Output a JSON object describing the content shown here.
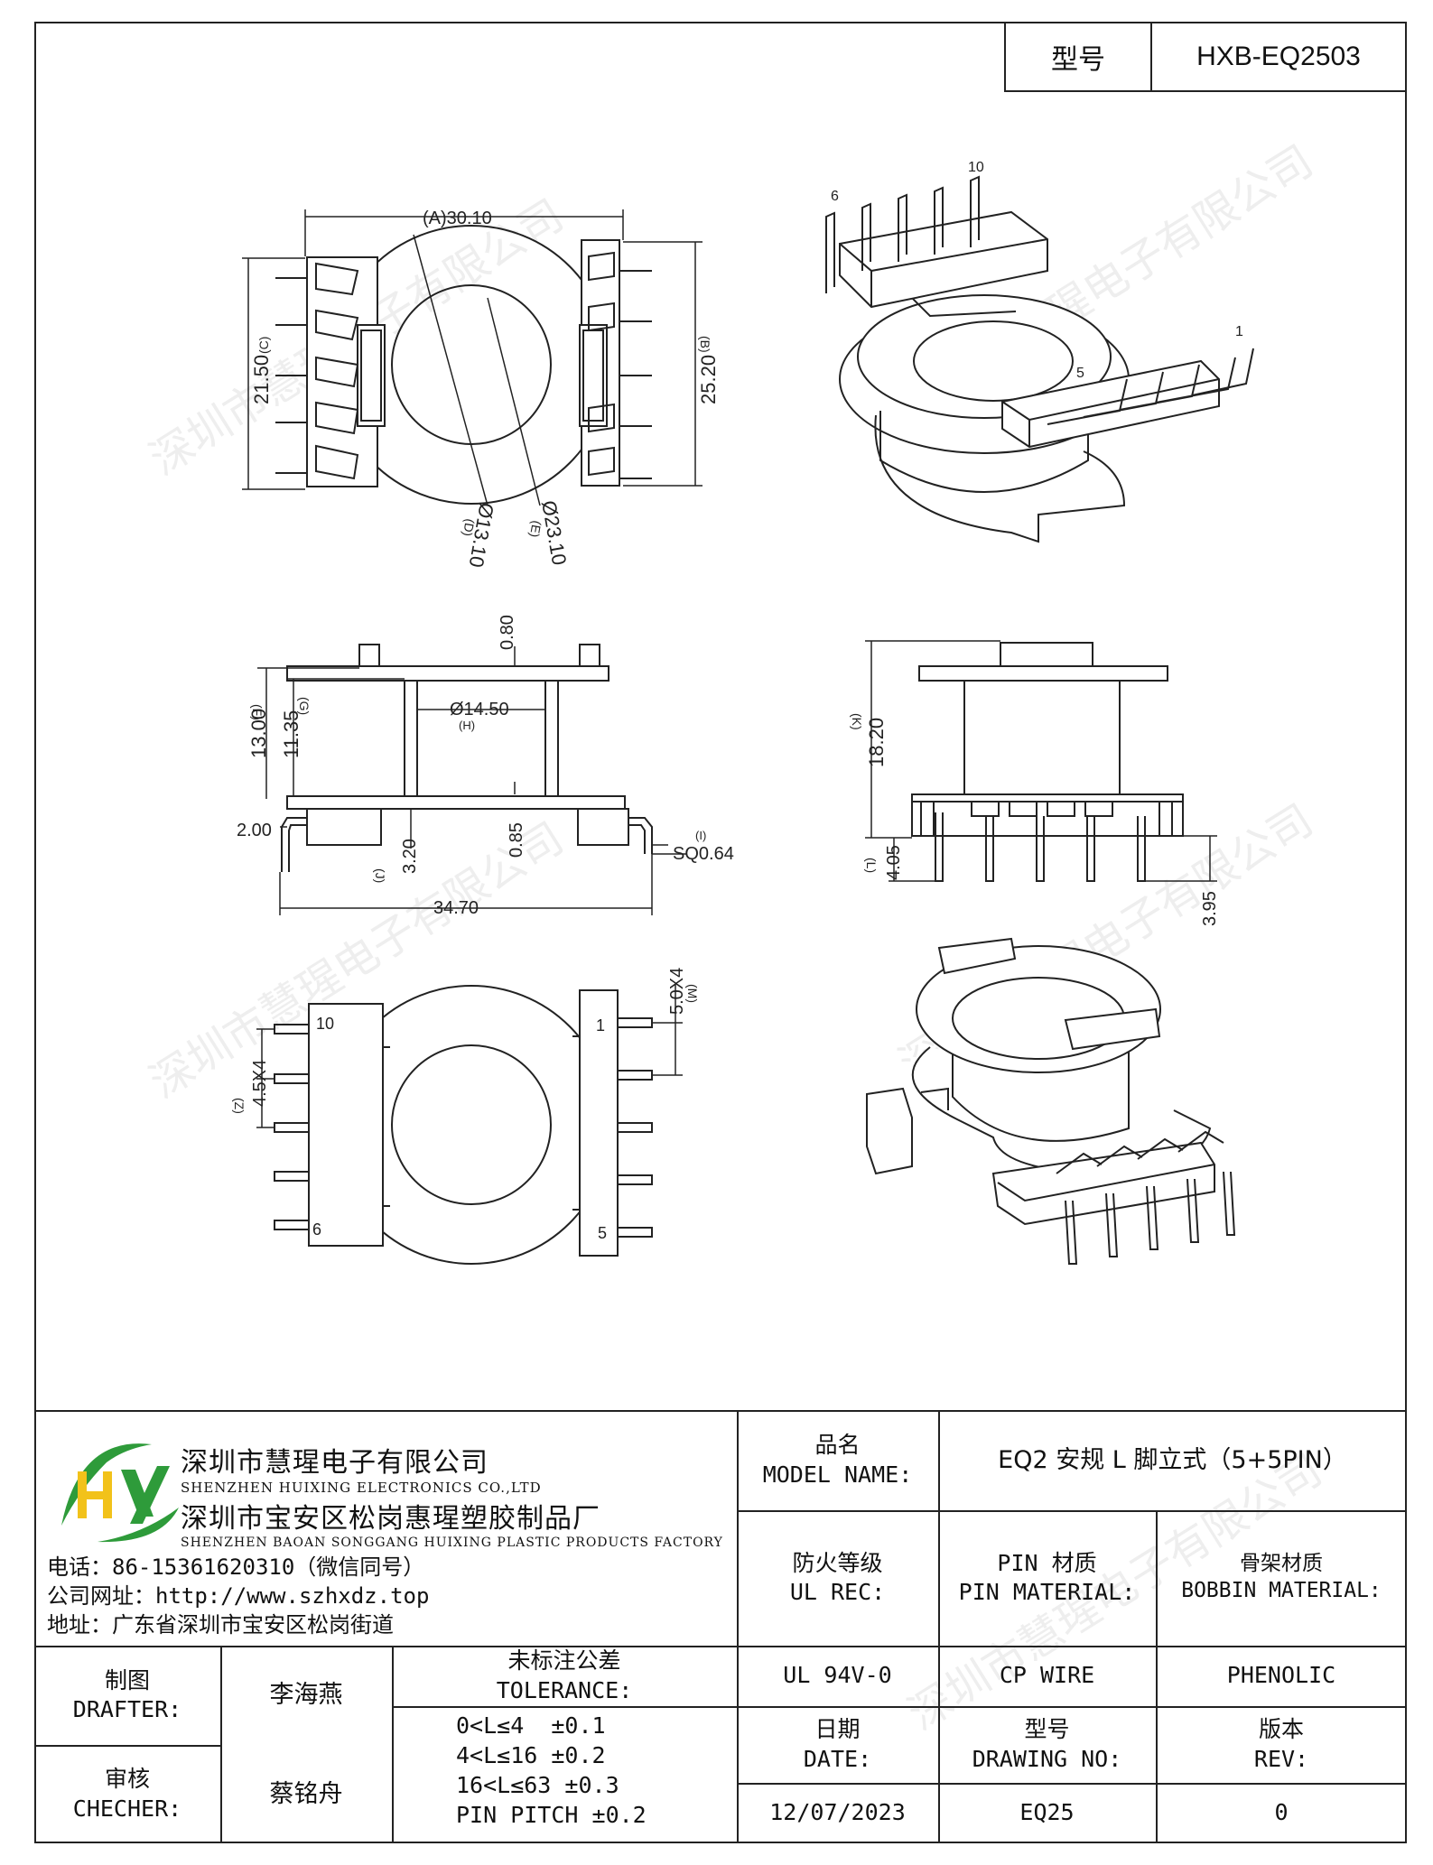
{
  "header": {
    "model_label": "型号",
    "model_value": "HXB-EQ2503"
  },
  "watermark": "深圳市慧瑆电子有限公司",
  "drawing": {
    "top_view": {
      "dim_a": "(A)30.10",
      "dim_b": "25.20",
      "dim_b_tag": "(B)",
      "dim_c": "21.50",
      "dim_c_tag": "(C)",
      "dim_d": "Ø13.10",
      "dim_d_tag": "(D)",
      "dim_e": "Ø23.10",
      "dim_e_tag": "(E)"
    },
    "iso_top": {
      "pin_6": "6",
      "pin_10": "10",
      "pin_1": "1",
      "pin_5": "5"
    },
    "side_view": {
      "dim_f": "13.00",
      "dim_f_tag": "(F)",
      "dim_g": "11.35",
      "dim_g_tag": "(G)",
      "dim_h": "Ø14.50",
      "dim_h_tag": "(H)",
      "dim_top": "0.80",
      "dim_bot": "0.85",
      "dim_200": "2.00",
      "dim_j": "3.20",
      "dim_j_tag": "(J)",
      "dim_i": "SQ0.64",
      "dim_i_tag": "(I)",
      "dim_width": "34.70"
    },
    "front_view": {
      "dim_k": "18.20",
      "dim_k_tag": "(K)",
      "dim_l": "4.05",
      "dim_l_tag": "(L)",
      "dim_395": "3.95"
    },
    "bottom_view": {
      "pin_10": "10",
      "pin_6": "6",
      "pin_1": "1",
      "pin_5": "5",
      "dim_pitch": "4.5X4",
      "dim_pitch_tag": "(Z)",
      "dim_m": "5.0X4",
      "dim_m_tag": "(M)"
    }
  },
  "company": {
    "name_cn": "深圳市慧瑆电子有限公司",
    "name_en": "SHENZHEN HUIXING ELECTRONICS CO.,LTD",
    "factory_cn": "深圳市宝安区松岗惠瑆塑胶制品厂",
    "factory_en": "SHENZHEN BAOAN SONGGANG HUIXING PLASTIC PRODUCTS FACTORY",
    "phone": "电话：86-15361620310（微信同号）",
    "website": "公司网址：http://www.szhxdz.top",
    "address": "地址：广东省深圳市宝安区松岗街道"
  },
  "title_block": {
    "model_name_cn": "品名",
    "model_name_en": "MODEL NAME:",
    "model_name_value": "EQ2 安规 L 脚立式（5+5PIN）",
    "ul_cn": "防火等级",
    "ul_en": "UL REC:",
    "pin_mat_cn": "PIN 材质",
    "pin_mat_en": "PIN MATERIAL:",
    "bobbin_cn": "骨架材质",
    "bobbin_en": "BOBBIN MATERIAL:",
    "ul_value": "UL 94V-0",
    "pin_value": "CP WIRE",
    "bobbin_value": "PHENOLIC",
    "drafter_cn": "制图",
    "drafter_en": "DRAFTER:",
    "drafter_name": "李海燕",
    "checker_cn": "审核",
    "checker_en": "CHECHER:",
    "checker_name": "蔡铭舟",
    "tol_cn": "未标注公差",
    "tol_en": "TOLERANCE:",
    "tol_lines": [
      "0<L≤4  ±0.1",
      "4<L≤16 ±0.2",
      "16<L≤63 ±0.3",
      "PIN PITCH ±0.2"
    ],
    "date_cn": "日期",
    "date_en": "DATE:",
    "date_value": "12/07/2023",
    "dwg_cn": "型号",
    "dwg_en": "DRAWING NO:",
    "dwg_value": "EQ25",
    "rev_cn": "版本",
    "rev_en": "REV:",
    "rev_value": "0"
  },
  "colors": {
    "logo_green": "#2e9b3a",
    "logo_yellow": "#f2c21a",
    "line": "#222222"
  }
}
